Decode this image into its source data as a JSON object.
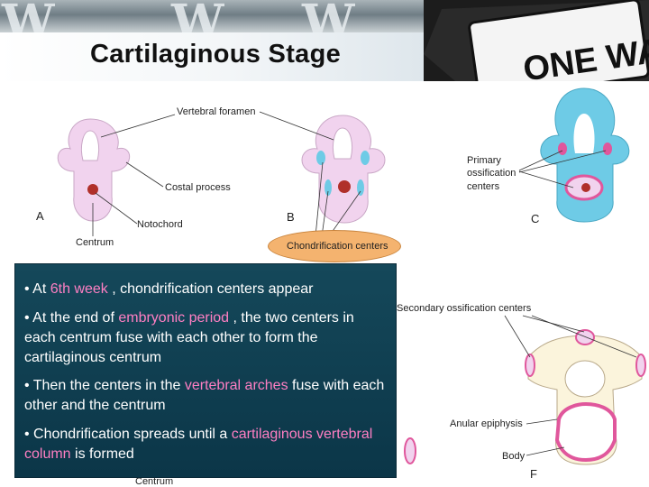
{
  "slide": {
    "title": "Cartilaginous Stage",
    "sign_text": "ONE WAY"
  },
  "diagram_labels": {
    "vertebral_foramen": "Vertebral foramen",
    "costal_process": "Costal process",
    "notochord": "Notochord",
    "centrum": "Centrum",
    "chondrification_centers": "Chondrification centers",
    "primary_ossification": [
      "Primary",
      "ossification",
      "centers"
    ],
    "secondary_ossification": "Secondary ossification centers",
    "anular_epiphysis": "Anular epiphysis",
    "body": "Body",
    "centrum_bottom": "Centrum"
  },
  "panel_letters": [
    "A",
    "B",
    "C",
    "F"
  ],
  "bullets": [
    {
      "parts": [
        "• At ",
        "6th week",
        " , chondrification centers appear"
      ]
    },
    {
      "parts": [
        "• At the end of ",
        "embryonic period",
        " , the two centers in each centrum fuse with each other to form the cartilaginous centrum"
      ]
    },
    {
      "parts": [
        "• Then the centers in the ",
        "vertebral arches",
        " fuse with each other and the centrum"
      ]
    },
    {
      "parts": [
        "• Chondrification spreads until a ",
        "cartilaginous",
        " ",
        "vertebral column",
        " is formed"
      ]
    }
  ],
  "colors": {
    "pink_tissue": "#f1d3ee",
    "blue_ossification": "#6ecbe6",
    "magenta": "#e0579c",
    "box_bg": "#0f3f52",
    "highlight": "#ff7fc3"
  }
}
